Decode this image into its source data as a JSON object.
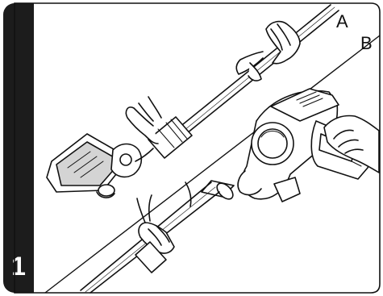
{
  "step": {
    "number": "1"
  },
  "panels": [
    {
      "label": "A"
    },
    {
      "label": "B"
    }
  ],
  "colors": {
    "ink": "#111111",
    "tab": "#1c1c1c",
    "paper": "#ffffff",
    "shade": "#b8b8b8"
  }
}
